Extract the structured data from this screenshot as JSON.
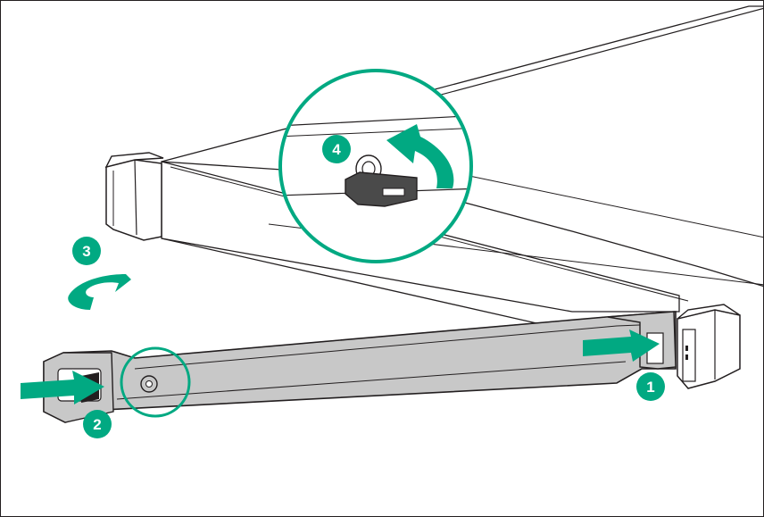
{
  "colors": {
    "accent": "#01a982",
    "bezel_gray": "#c8c8c8",
    "outline": "#231f20",
    "chassis": "#ffffff",
    "key": "#4a4a4a"
  },
  "callouts": [
    {
      "label": "1",
      "meaning": "release-latch"
    },
    {
      "label": "2",
      "meaning": "release-latch"
    },
    {
      "label": "3",
      "meaning": "rotate"
    },
    {
      "label": "4",
      "meaning": "unlock-key"
    }
  ],
  "icons": [
    "push-arrow-right-icon",
    "curved-arrow-icon",
    "key-icon",
    "lock-icon"
  ]
}
